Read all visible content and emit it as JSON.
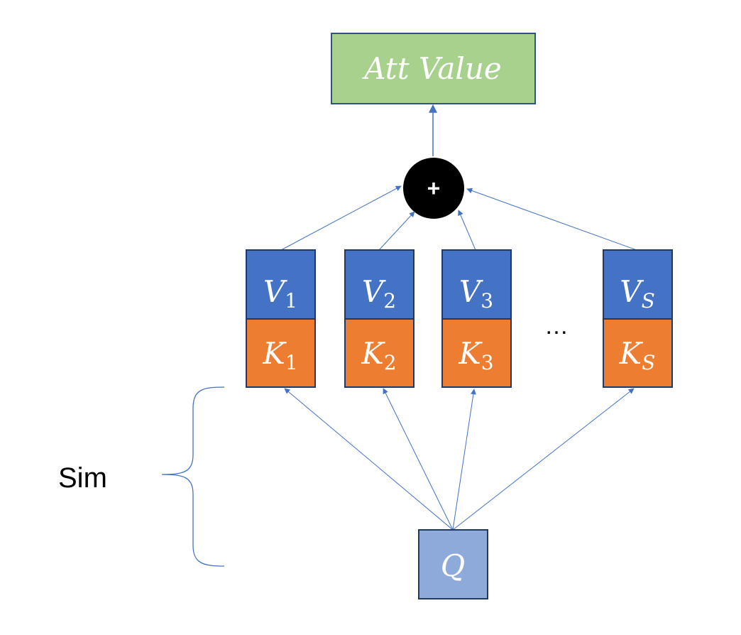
{
  "output": {
    "label": "Att Value",
    "fill": "#a9d18e",
    "stroke": "#2f528f"
  },
  "sum_node": {
    "symbol": "+",
    "fill": "#000000",
    "symbol_color": "#ffffff"
  },
  "pairs": [
    {
      "v_base": "V",
      "v_sub": "1",
      "k_base": "K",
      "k_sub": "1"
    },
    {
      "v_base": "V",
      "v_sub": "2",
      "k_base": "K",
      "k_sub": "2"
    },
    {
      "v_base": "V",
      "v_sub": "3",
      "k_base": "K",
      "k_sub": "3"
    },
    {
      "v_base": "V",
      "v_sub": "S",
      "k_base": "K",
      "k_sub": "S"
    }
  ],
  "ellipsis": "…",
  "query": {
    "label": "Q",
    "fill": "#8eaadb"
  },
  "colors": {
    "value": "#4472c4",
    "key": "#ed7d31",
    "arrow": "#4472c4",
    "box_stroke": "#1f3864"
  },
  "brace_label": "Sim"
}
